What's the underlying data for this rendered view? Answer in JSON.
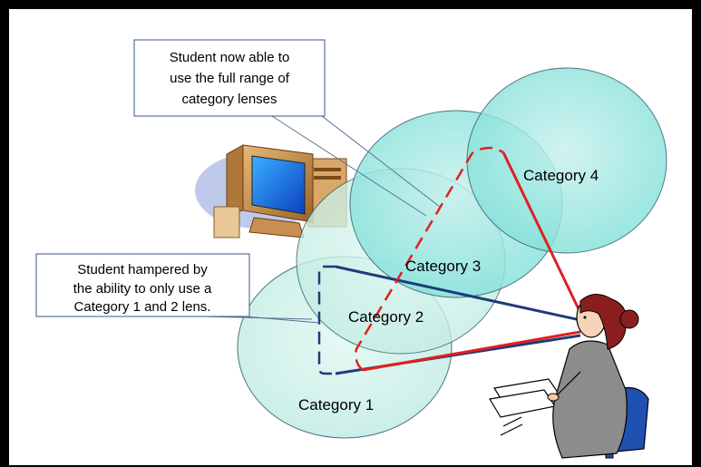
{
  "categories": {
    "c1": "Category 1",
    "c2": "Category 2",
    "c3": "Category 3",
    "c4": "Category 4"
  },
  "callouts": {
    "top": [
      "Student now able to",
      "use the full range of",
      "category lenses"
    ],
    "left": [
      "Student hampered by",
      "the ability to only use a",
      "Category 1 and 2 lens."
    ]
  },
  "colors": {
    "lens_fill": "#5ed6cf",
    "lens_stroke": "#2e5a6a",
    "narrow_view": "#1f3a7a",
    "full_view": "#e02020",
    "frame": "#000000"
  },
  "icons": [
    "computer-icon",
    "student-icon"
  ]
}
